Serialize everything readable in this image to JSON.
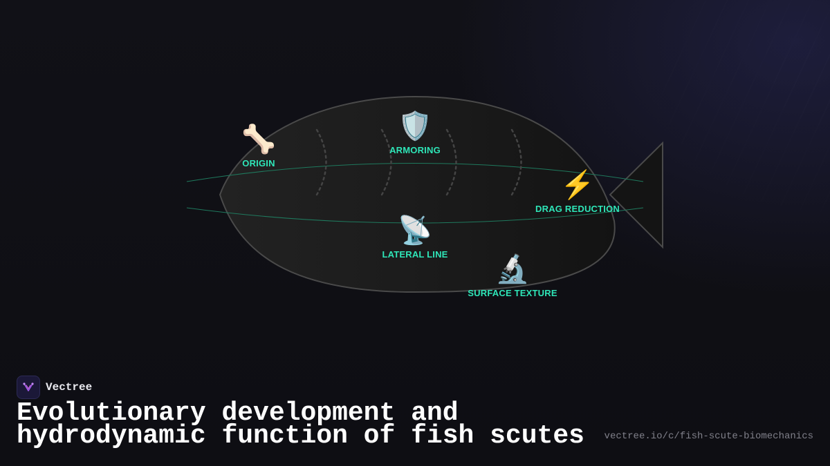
{
  "brand": {
    "name": "Vectree",
    "logo_icon": "vectree-logo-icon"
  },
  "title": "Evolutionary development and hydrodynamic function of fish scutes",
  "url": "vectree.io/c/fish-scute-biomechanics",
  "colors": {
    "background": "#101015",
    "accent": "#2ee6b8",
    "fish_body": "#1c1c1c",
    "fish_outline": "#4a4a4a",
    "lateral_line": "#1f7a5e",
    "title": "#ffffff",
    "url": "#80808a"
  },
  "nodes": [
    {
      "id": "origin",
      "label": "ORIGIN",
      "icon": "🦴",
      "icon_name": "bone-icon"
    },
    {
      "id": "armoring",
      "label": "ARMORING",
      "icon": "🛡️",
      "icon_name": "shield-icon"
    },
    {
      "id": "drag-reduction",
      "label": "DRAG REDUCTION",
      "icon": "⚡",
      "icon_name": "lightning-icon"
    },
    {
      "id": "lateral-line",
      "label": "LATERAL LINE",
      "icon": "📡",
      "icon_name": "satellite-dish-icon"
    },
    {
      "id": "surface-texture",
      "label": "SURFACE TEXTURE",
      "icon": "🔬",
      "icon_name": "microscope-icon"
    }
  ]
}
